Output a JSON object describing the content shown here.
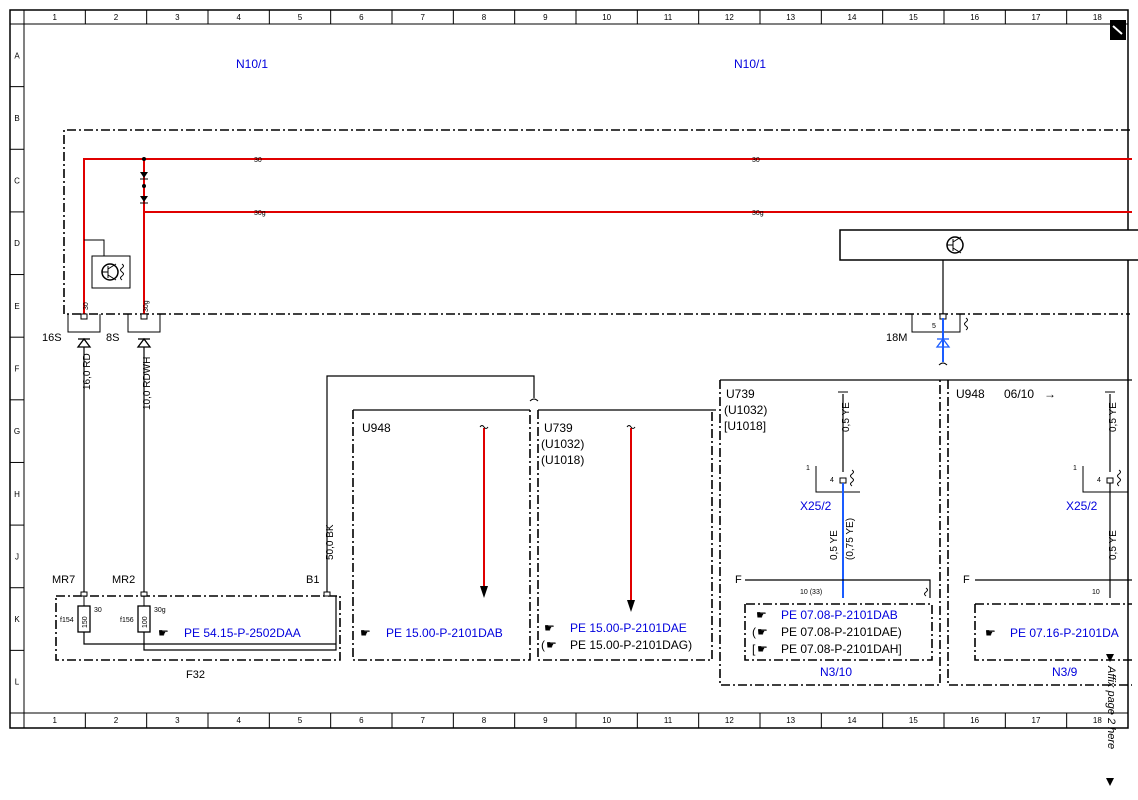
{
  "frame": {
    "columns": [
      "1",
      "2",
      "3",
      "4",
      "5",
      "6",
      "7",
      "8",
      "9",
      "10",
      "11",
      "12",
      "13",
      "14",
      "15",
      "16",
      "17",
      "18"
    ],
    "rows": [
      "A",
      "B",
      "C",
      "D",
      "E",
      "F",
      "G",
      "H",
      "J",
      "K",
      "L"
    ]
  },
  "labels": {
    "n10_1_left": "N10/1",
    "n10_1_right": "N10/1",
    "wire_30_left": "30",
    "wire_30_right": "30",
    "wire_30g_left": "30g",
    "wire_30g_right": "30g",
    "pin_30": "30",
    "pin_30g": "30g",
    "pin_5": "5",
    "conn_16s": "16S",
    "conn_8s": "8S",
    "conn_18m": "18M",
    "wire_16rd": "16,0 RD",
    "wire_10rdwh": "10,0 RDWH",
    "wire_50bk": "50,0 BK",
    "wire_05ye_a": "0,5 YE",
    "wire_05ye_b": "0,5 YE",
    "wire_075ye": "(0,75 YE)",
    "wire_05ye_c": "0,5 YE",
    "wire_05ye_d": "0,5 YE",
    "mr7": "MR7",
    "mr2": "MR2",
    "b1": "B1",
    "f154": "f154",
    "f156": "f156",
    "fuse_150": "150",
    "fuse_100": "100",
    "fuse_30": "30",
    "fuse_30g": "30g",
    "f32": "F32",
    "ref_f32": "PE 54.15-P-2502DAA",
    "u948_mid": "U948",
    "ref_u948_mid": "PE 15.00-P-2101DAB",
    "u739_mid": "U739",
    "u1032_mid": "(U1032)",
    "u1018_mid": "(U1018)",
    "ref_u739_mid_a": "PE 15.00-P-2101DAE",
    "ref_u739_mid_b": "PE 15.00-P-2101DAG)",
    "ref_u739_mid_b_open": "(",
    "u739_right": "U739",
    "u1032_right": "(U1032)",
    "u1018_right": "[U1018]",
    "pin_1a": "1",
    "pin_4a": "4",
    "x25_2_a": "X25/2",
    "f_a": "F",
    "pin_10_33": "10   (33)",
    "ref_n3_10_a": "PE 07.08-P-2101DAB",
    "ref_n3_10_b": "PE 07.08-P-2101DAE)",
    "ref_n3_10_b_open": "(",
    "ref_n3_10_c": "PE 07.08-P-2101DAH]",
    "ref_n3_10_c_open": "[",
    "n3_10": "N3/10",
    "u948_right": "U948",
    "page_ref": "06/10",
    "pin_1b": "1",
    "pin_4b": "4",
    "x25_2_b": "X25/2",
    "f_b": "F",
    "pin_10b": "10",
    "ref_n3_9": "PE 07.16-P-2101DA",
    "n3_9": "N3/9",
    "affix": "Affix page 2 here"
  }
}
